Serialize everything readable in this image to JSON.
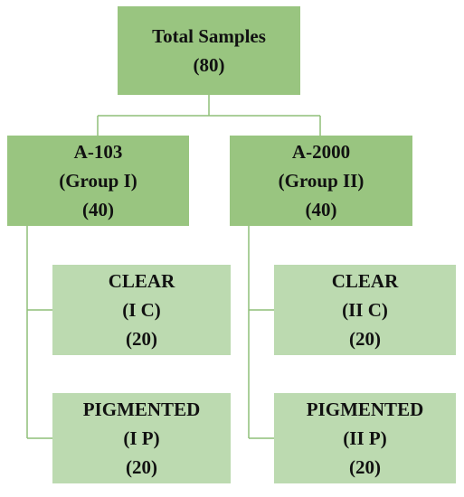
{
  "root": {
    "title": "Total Samples",
    "count": "(80)"
  },
  "groups": [
    {
      "name": "A-103",
      "group": "(Group I)",
      "count": "(40)",
      "children": [
        {
          "name": "CLEAR",
          "code": "(I C)",
          "count": "(20)"
        },
        {
          "name": "PIGMENTED",
          "code": "(I P)",
          "count": "(20)"
        }
      ]
    },
    {
      "name": "A-2000",
      "group": "(Group II)",
      "count": "(40)",
      "children": [
        {
          "name": "CLEAR",
          "code": "(II C)",
          "count": "(20)"
        },
        {
          "name": "PIGMENTED",
          "code": "(II P)",
          "count": "(20)"
        }
      ]
    }
  ],
  "colors": {
    "primary_box": "#99c580",
    "secondary_box": "#bcdab0",
    "connector": "#8fbf78"
  }
}
